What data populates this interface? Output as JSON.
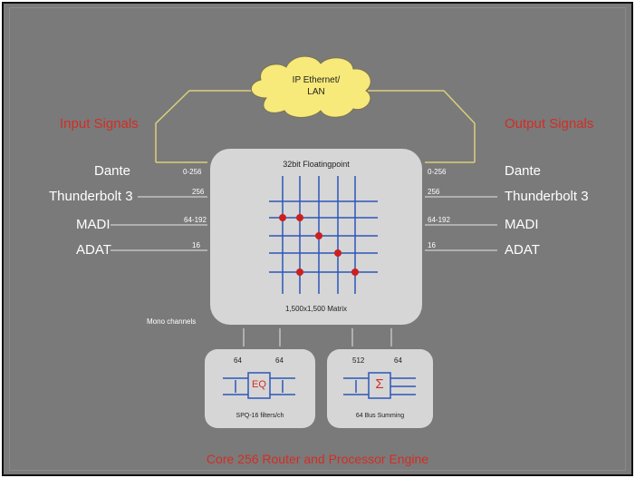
{
  "cloud": {
    "line1": "IP Ethernet/",
    "line2": "LAN"
  },
  "input": {
    "title": "Input Signals",
    "signals": [
      {
        "name": "Dante",
        "channels": "0-256"
      },
      {
        "name": "Thunderbolt 3",
        "channels": "256"
      },
      {
        "name": "MADI",
        "channels": "64-192"
      },
      {
        "name": "ADAT",
        "channels": "16"
      }
    ]
  },
  "output": {
    "title": "Output Signals",
    "signals": [
      {
        "name": "Dante",
        "channels": "0-256"
      },
      {
        "name": "Thunderbolt 3",
        "channels": "256"
      },
      {
        "name": "MADI",
        "channels": "64-192"
      },
      {
        "name": "ADAT",
        "channels": "16"
      }
    ]
  },
  "matrix": {
    "header": "32bit Floatingpoint",
    "footer": "1,500x1,500 Matrix"
  },
  "mono_label": "Mono channels",
  "eq_block": {
    "in": "64",
    "out": "64",
    "symbol": "EQ",
    "caption": "SPQ-16 filters/ch"
  },
  "sum_block": {
    "in": "512",
    "out": "64",
    "symbol": "Σ",
    "caption": "64 Bus Summing"
  },
  "footer_title": "Core 256 Router and Processor Engine",
  "colors": {
    "accent_red": "#d32d24",
    "grid_blue": "#2d57b8",
    "background": "#7a7a7a"
  }
}
